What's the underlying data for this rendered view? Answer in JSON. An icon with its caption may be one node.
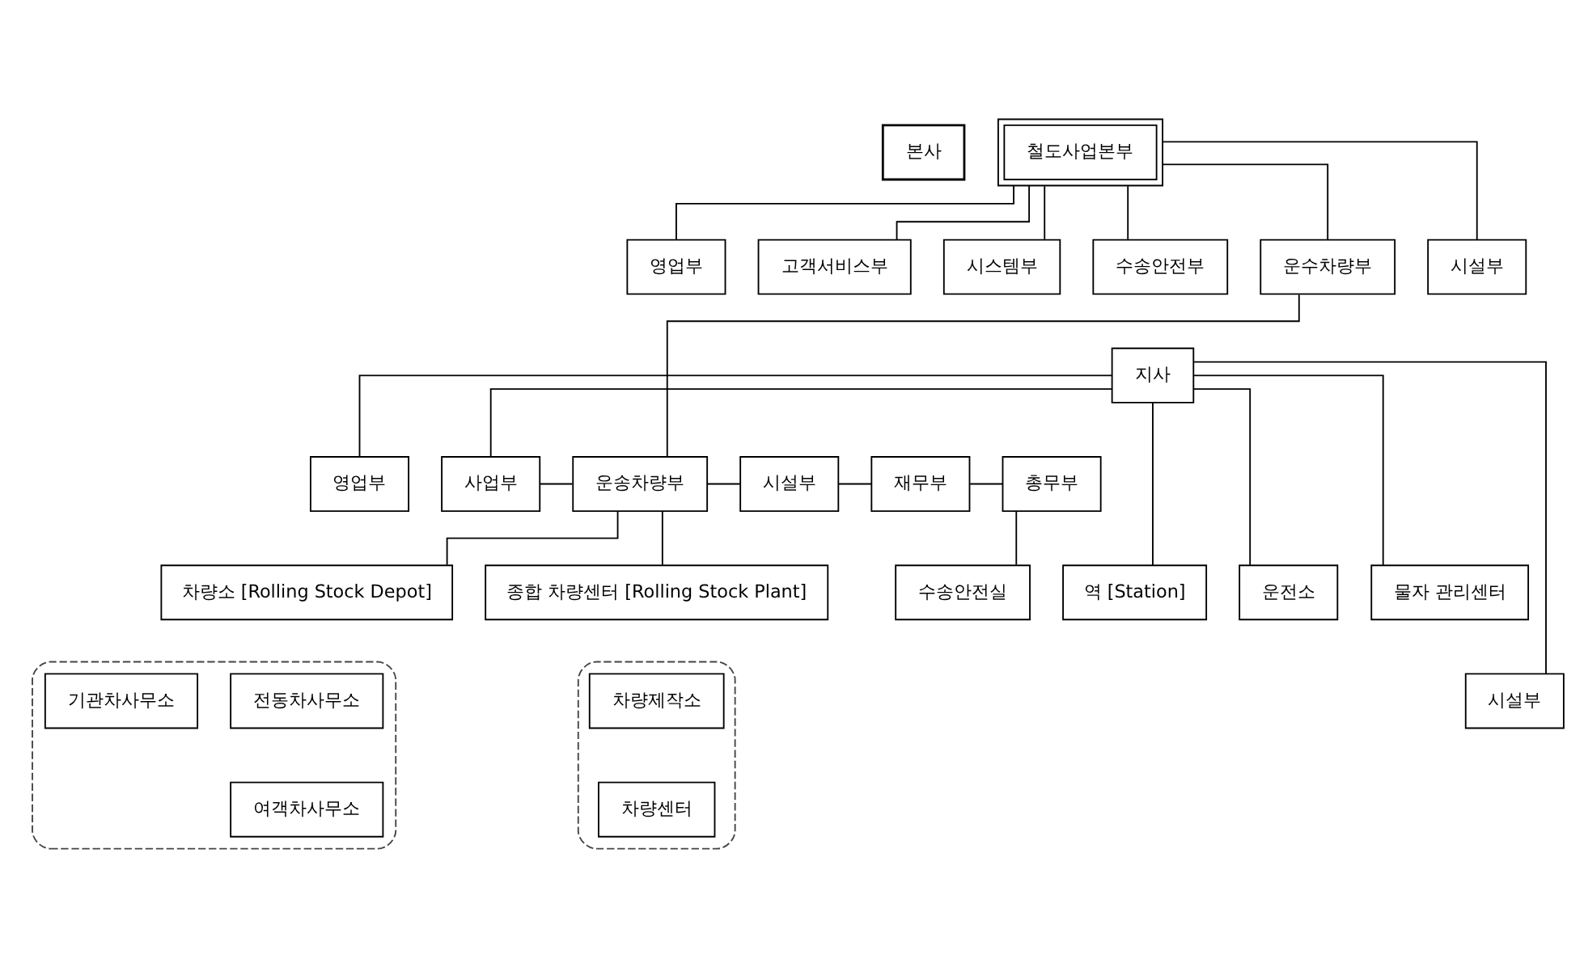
{
  "diagram": {
    "nodes": [
      {
        "text": [
          "본사"
        ]
      },
      {
        "text": [
          "철도사업본부"
        ]
      },
      {
        "text": [
          "영업부"
        ]
      },
      {
        "text": [
          "고객서비스부"
        ]
      },
      {
        "text": [
          "시스템부"
        ]
      },
      {
        "text": [
          "수송안전부"
        ]
      },
      {
        "text": [
          "운수차량부"
        ]
      },
      {
        "text": [
          "시설부"
        ]
      },
      {
        "text": [
          "지사"
        ]
      },
      {
        "text": [
          "영업부"
        ]
      },
      {
        "text": [
          "사업부"
        ]
      },
      {
        "text": [
          "운송차량부"
        ]
      },
      {
        "text": [
          "시설부"
        ]
      },
      {
        "text": [
          "재무부"
        ]
      },
      {
        "text": [
          "총무부"
        ]
      },
      {
        "text": [
          "수송안전실"
        ]
      },
      {
        "text": [
          "물자 관리센터"
        ]
      },
      {
        "text": [
          "역 [Station]"
        ]
      },
      {
        "text": [
          "운전소"
        ]
      },
      {
        "text": [
          "시설부"
        ]
      },
      {
        "text": [
          "차량소 [Rolling Stock Depot]"
        ]
      },
      {
        "text": [
          "종합 차량센터 [Rolling Stock Plant]"
        ]
      },
      {
        "text": [],
        "shape": "box"
      },
      {
        "text": [
          "전동차사무소"
        ],
        "in": 22
      },
      {
        "text": [
          "기관차사무소"
        ],
        "in": 22
      },
      {
        "text": [
          "여객차사무소"
        ],
        "in": 22
      },
      {
        "text": [],
        "shape": "box"
      },
      {
        "text": [
          "차량제작소"
        ],
        "in": 26
      },
      {
        "text": [
          "차량센터"
        ],
        "in": 26
      }
    ],
    "edges": [
      {
        "from": 1,
        "to": 2,
        "arrow": "none"
      },
      {
        "from": 1,
        "to": 3,
        "arrow": "none"
      },
      {
        "from": 1,
        "to": 4,
        "arrow": "none"
      },
      {
        "from": 1,
        "to": 5,
        "arrow": "none"
      },
      {
        "from": 1,
        "to": 6,
        "arrow": "none"
      },
      {
        "from": 1,
        "to": 7,
        "arrow": "none"
      },
      {
        "from": 6,
        "to": 11,
        "arrow": "none"
      },
      {
        "from": 8,
        "to": 9,
        "arrow": "none"
      },
      {
        "from": 8,
        "to": 10,
        "arrow": "none"
      },
      {
        "from": 10,
        "to": 11,
        "arrow": "none"
      },
      {
        "from": 11,
        "to": 12,
        "arrow": "none"
      },
      {
        "from": 12,
        "to": 13,
        "arrow": "none"
      },
      {
        "from": 13,
        "to": 14,
        "arrow": "none"
      },
      {
        "from": 14,
        "to": 15,
        "arrow": "none"
      },
      {
        "from": 8,
        "to": 16,
        "arrow": "none"
      },
      {
        "from": 8,
        "to": 17,
        "arrow": "none"
      },
      {
        "from": 8,
        "to": 19,
        "arrow": "none"
      },
      {
        "from": 8,
        "to": 18,
        "arrow": "none"
      },
      {
        "from": 11,
        "to": 20,
        "arrow": "none"
      },
      {
        "from": 11,
        "to": 21,
        "arrow": "none"
      }
    ]
  }
}
